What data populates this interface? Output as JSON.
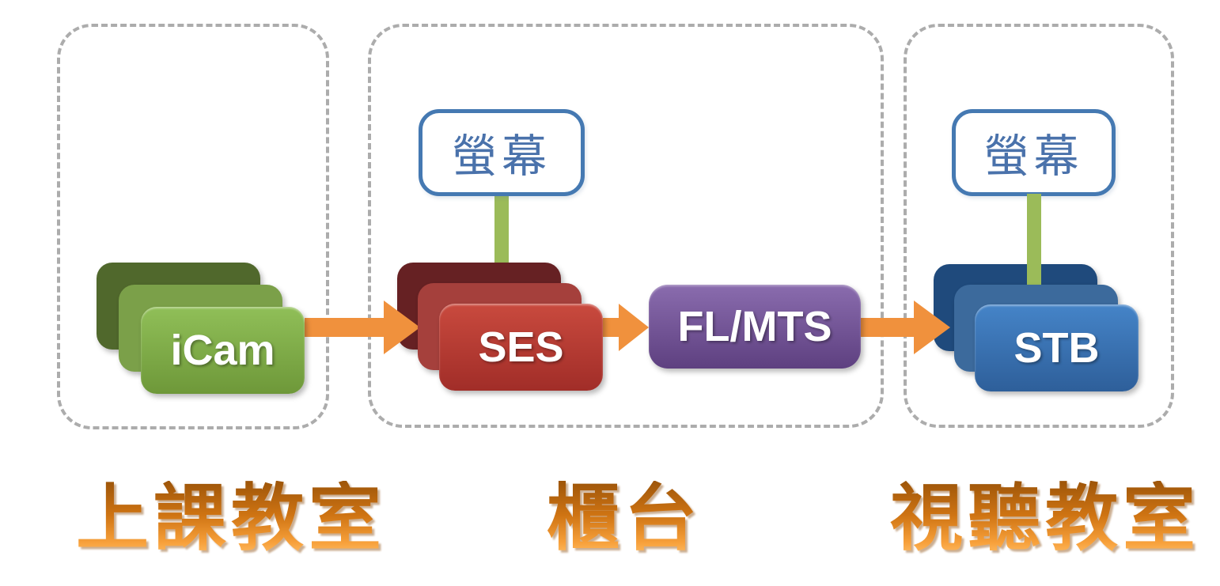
{
  "areas": [
    {
      "label": "上課教室",
      "devices": [
        {
          "label": "iCam",
          "stacked": true,
          "color": "#8fbe57"
        }
      ]
    },
    {
      "label": "櫃台",
      "screen_label": "螢幕",
      "devices": [
        {
          "label": "SES",
          "stacked": true,
          "color": "#c9463b"
        },
        {
          "label": "FL/MTS",
          "stacked": false,
          "color": "#7b5ba0"
        }
      ]
    },
    {
      "label": "視聽教室",
      "screen_label": "螢幕",
      "devices": [
        {
          "label": "STB",
          "stacked": true,
          "color": "#4584c8"
        }
      ]
    }
  ],
  "connections": [
    {
      "from": "iCam",
      "to": "SES",
      "type": "arrow"
    },
    {
      "from": "SES",
      "to": "FL/MTS",
      "type": "arrow"
    },
    {
      "from": "FL/MTS",
      "to": "STB",
      "type": "arrow"
    },
    {
      "from": "螢幕",
      "to": "SES",
      "type": "line"
    },
    {
      "from": "螢幕",
      "to": "STB",
      "type": "line"
    }
  ],
  "colors": {
    "arrow_orange": "#f0913d",
    "connector_green": "#9bbb59",
    "screen_border_blue": "#4579b2",
    "dashed_boundary_gray": "#acacac",
    "area_label_orange": "#e0821c"
  }
}
